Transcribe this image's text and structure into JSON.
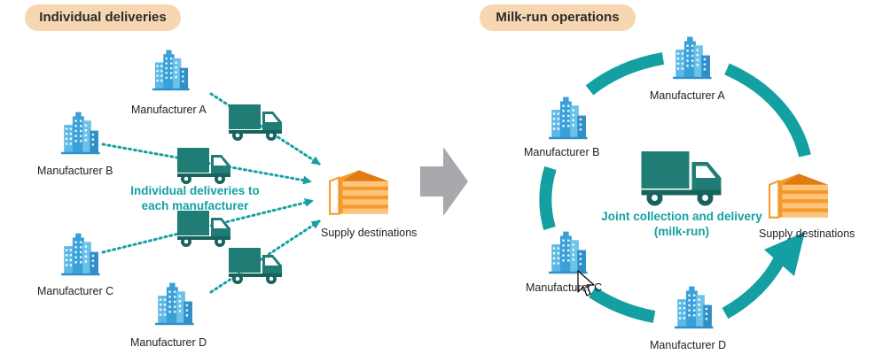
{
  "left_panel": {
    "title": "Individual deliveries",
    "manufacturers": {
      "a": "Manufacturer A",
      "b": "Manufacturer B",
      "c": "Manufacturer C",
      "d": "Manufacturer D"
    },
    "center_note_line1": "Individual deliveries to",
    "center_note_line2": "each manufacturer",
    "destination": "Supply destinations"
  },
  "right_panel": {
    "title": "Milk-run operations",
    "manufacturers": {
      "a": "Manufacturer A",
      "b": "Manufacturer B",
      "c": "Manufacturer C",
      "d": "Manufacturer D"
    },
    "center_note_line1": "Joint collection and delivery",
    "center_note_line2": "(milk-run)",
    "destination": "Supply destinations"
  },
  "colors": {
    "teal": "#14a0a3",
    "dark_teal": "#167a74",
    "building_blue": "#3aa0d8",
    "orange": "#f39a2b",
    "pill_bg": "#f7d7b2",
    "arrow_gray": "#a7a9ac"
  },
  "icons": [
    "building-icon",
    "truck-icon",
    "warehouse-icon",
    "cursor-icon"
  ]
}
